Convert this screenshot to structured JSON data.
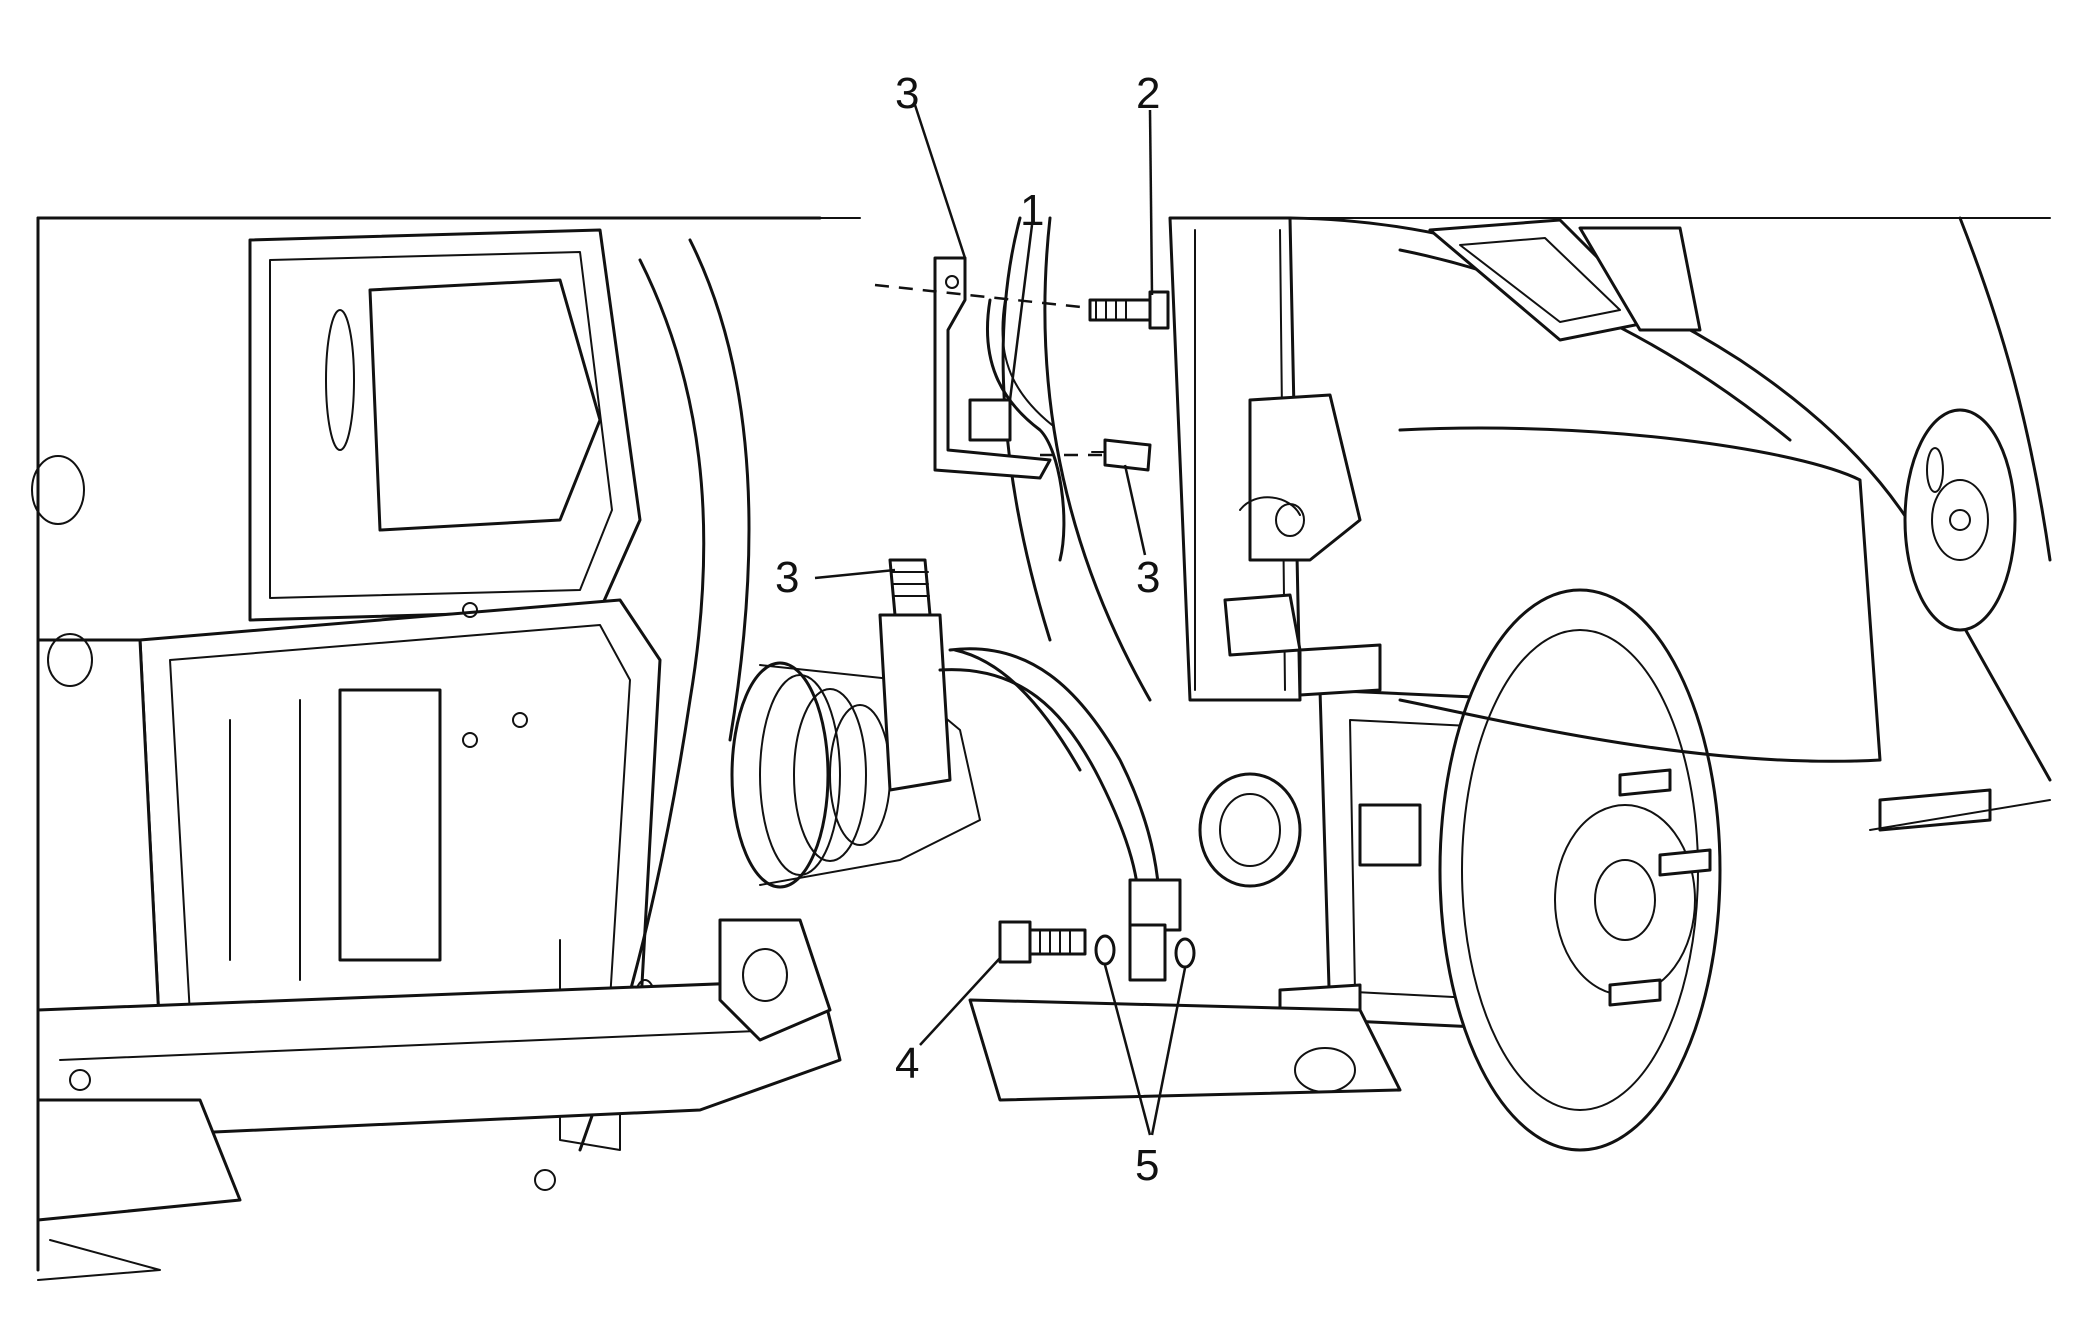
{
  "figure": {
    "callouts": {
      "brake_hose_bracket_top": "3",
      "brake_hose": "1",
      "bracket_bolt": "2",
      "clip_middle": "3",
      "hose_fitting_left": "3",
      "banjo_bolt": "4",
      "sealing_washers": "5"
    }
  }
}
